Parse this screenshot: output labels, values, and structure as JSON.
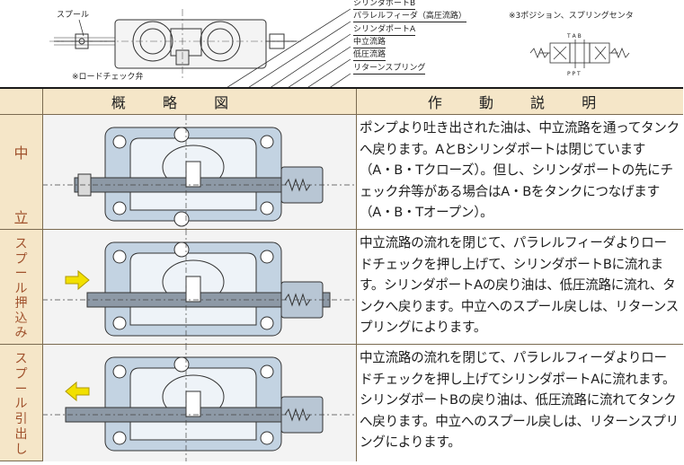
{
  "top_labels": {
    "spool": "スプール",
    "rod_check_valve": "※ロードチェック弁",
    "cylinder_port_b": "シリンダポートB",
    "parallel_feeder": "パラレルフィーダ（高圧流路）",
    "three_position_note": "※3ポジション、スプリングセンタ",
    "cylinder_port_a": "シリンダポートA",
    "center_passage": "中立流路",
    "low_pressure_passage": "低圧流路",
    "return_spring": "リターンスプリング",
    "symbol_ab_top": "T A B",
    "symbol_ppt_bottom": "P P T"
  },
  "table": {
    "header_diagram": "概 略 図",
    "header_description": "作 動 説 明",
    "rows": [
      {
        "label_top": "中",
        "label_bottom": "立",
        "arrow": "none",
        "description": "ポンプより吐き出された油は、中立流路を通ってタンクへ戻ります。AとBシリンダポートは閉じています（A・B・Tクローズ）。但し、シリンダポートの先にチェック弁等がある場合はA・Bをタンクにつなげます（A・B・Tオープン）。"
      },
      {
        "label_chars": [
          "ス",
          "プ",
          "ー",
          "ル",
          "押",
          "込",
          "み"
        ],
        "arrow": "right",
        "description": "中立流路の流れを閉じて、パラレルフィーダよりロードチェックを押し上げて、シリンダポートBに流れます。シリンダポートAの戻り油は、低圧流路に流れ、タンクへ戻ります。中立へのスプール戻しは、リターンスプリングによります。"
      },
      {
        "label_chars": [
          "ス",
          "プ",
          "ー",
          "ル",
          "引",
          "出",
          "し"
        ],
        "arrow": "left",
        "description": "中立流路の流れを閉じて、パラレルフィーダよりロードチェックを押し上げてシリンダポートAに流れます。シリンダポートBの戻り油は、低圧流路に流れてタンクへ戻ります。中立へのスプール戻しは、リターンスプリングによります。"
      }
    ]
  },
  "colors": {
    "header_bg": "#f5e6c8",
    "label_text": "#a0522d",
    "valve_body": "#c3d3e2",
    "spool_fill": "#8d99a6",
    "arrow_fill": "#f2e000"
  }
}
